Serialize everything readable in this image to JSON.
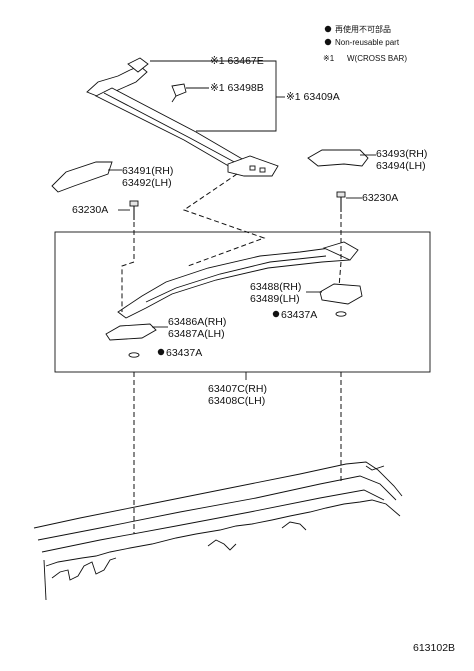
{
  "legend": {
    "non_reusable_jp": "再使用不可部品",
    "non_reusable_en": "Non-reusable part",
    "note_mark": "※1",
    "note_text": "W(CROSS BAR)"
  },
  "callouts": {
    "p63467E": "※1 63467E",
    "p63498B": "※1 63498B",
    "p63409A": "※1 63409A",
    "p63491": "63491(RH)",
    "p63492": "63492(LH)",
    "p63493": "63493(RH)",
    "p63494": "63494(LH)",
    "p63230A_left": "63230A",
    "p63230A_right": "63230A",
    "p63488": "63488(RH)",
    "p63489": "63489(LH)",
    "p63437A_right": "63437A",
    "p63486A": "63486A(RH)",
    "p63487A": "63487A(LH)",
    "p63437A_left": "63437A",
    "p63407C": "63407C(RH)",
    "p63408C": "63408C(LH)"
  },
  "figure_id": "613102B"
}
